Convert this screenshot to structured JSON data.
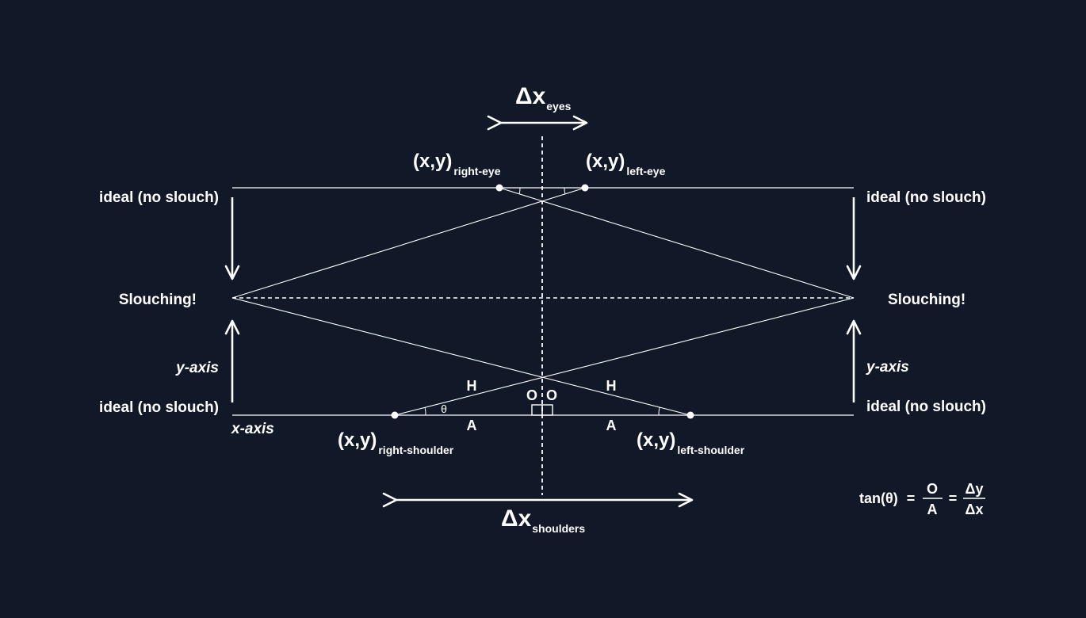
{
  "labels": {
    "ideal": "ideal (no slouch)",
    "slouching": "Slouching!",
    "y_axis": "y-axis",
    "x_axis": "x-axis",
    "theta": "θ",
    "hyp": "H",
    "opp": "O",
    "adj": "A"
  },
  "points": {
    "xy": "(x,y)",
    "right_eye": "right-eye",
    "left_eye": "left-eye",
    "right_shoulder": "right-shoulder",
    "left_shoulder": "left-shoulder"
  },
  "deltas": {
    "symbol": "Δx",
    "eyes": "eyes",
    "shoulders": "shoulders"
  },
  "formula": {
    "lhs": "tan(θ)",
    "eq": "=",
    "num1": "O",
    "den1": "A",
    "num2": "Δy",
    "den2": "Δx"
  },
  "colors": {
    "background": "#111827",
    "foreground": "#ffffff"
  }
}
